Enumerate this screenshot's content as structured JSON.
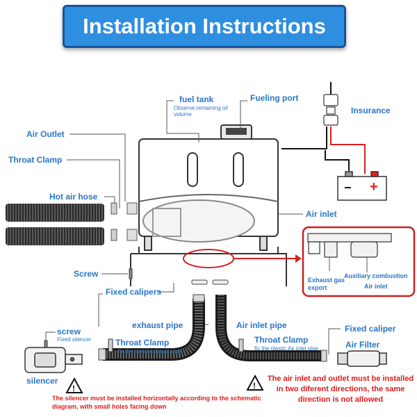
{
  "title": "Installation Instructions",
  "labels": {
    "fuel_tank": "fuel tank",
    "fuel_tank_note": "Observe remaining oil volume",
    "fueling_port": "Fueling port",
    "insurance": "Insurance",
    "air_outlet": "Air Outlet",
    "throat_clamp_top": "Throat Clamp",
    "hot_air_hose": "Hot air hose",
    "air_inlet": "Air inlet",
    "screw_top": "Screw",
    "fixed_calipers": "Fixed calipers",
    "exhaust_gas_export": "Exhaust gas export",
    "auxiliary_combustion": "Auxiliary combustion",
    "air_inlet_small": "Air inlet",
    "screw": "screw",
    "fixed_silencer": "Fixed silencer",
    "exhaust_pipe": "exhaust pipe",
    "air_inlet_pipe": "Air inlet pipe",
    "fixed_caliper": "Fixed caliper",
    "throat_clamp_left": "Throat Clamp",
    "throat_clamp_left_note": "fix the metal exhaust pipe",
    "throat_clamp_right": "Throat Clamp",
    "throat_clamp_right_note": "fix the plastic Air inlet pipe",
    "air_filter": "Air Filter",
    "silencer": "silencer",
    "battery_minus": "−",
    "battery_plus": "+"
  },
  "warnings": {
    "left": "The silencer must be installed horizontally according to the schematic diagram, with small holes facing down",
    "right": "The air inlet and outlet must be installed in two diferent directions, the same direction is not allowed"
  },
  "colors": {
    "banner": "#2e8fe0",
    "label_blue": "#2a75c7",
    "warning_red": "#e01b1b",
    "wire_red": "#d42020",
    "battery_plus": "#e02020"
  }
}
